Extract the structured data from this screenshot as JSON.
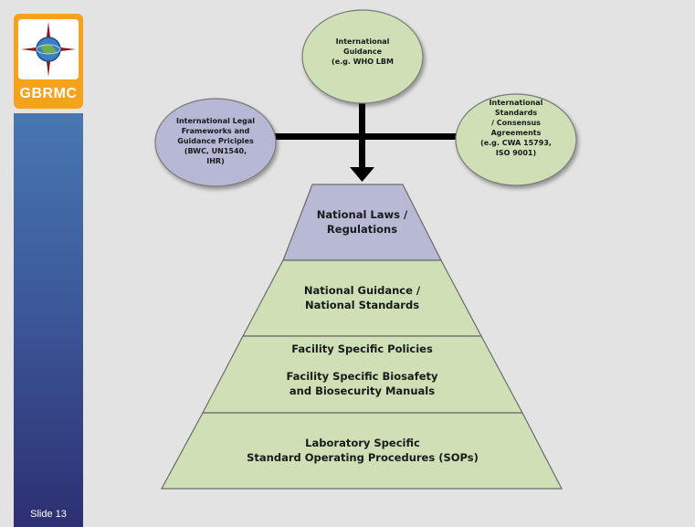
{
  "logo": {
    "text": "GBRMC",
    "icon": "compass-globe-icon",
    "bg_color": "#f7a21b"
  },
  "sidebar": {
    "slide_label": "Slide 13"
  },
  "ovals": {
    "top": {
      "lines": [
        "International",
        "Guidance",
        "(e.g. WHO LBM"
      ],
      "color": "#cfe0b6"
    },
    "left": {
      "lines": [
        "International Legal",
        "Frameworks and",
        "Guidance Priciples",
        "(BWC, UN1540,",
        "IHR)"
      ],
      "color": "#b6b8d6"
    },
    "right": {
      "lines": [
        "International",
        "Standards",
        "/ Consensus",
        "Agreements",
        "(e.g. CWA 15793,",
        "ISO 9001)"
      ],
      "color": "#cfe0b6"
    }
  },
  "pyramid": {
    "tiers": [
      {
        "lines": [
          "National Laws /",
          "Regulations"
        ],
        "color": "#b8b9d4"
      },
      {
        "lines": [
          "National Guidance /",
          "National Standards"
        ],
        "color": "#cfe0b6"
      },
      {
        "lines": [
          "Facility Specific Policies",
          "",
          "Facility Specific Biosafety",
          "and Biosecurity Manuals"
        ],
        "color": "#cfe0b6"
      },
      {
        "lines": [
          "Laboratory Specific",
          "Standard Operating Procedures (SOPs)"
        ],
        "color": "#cfe0b6"
      }
    ]
  }
}
